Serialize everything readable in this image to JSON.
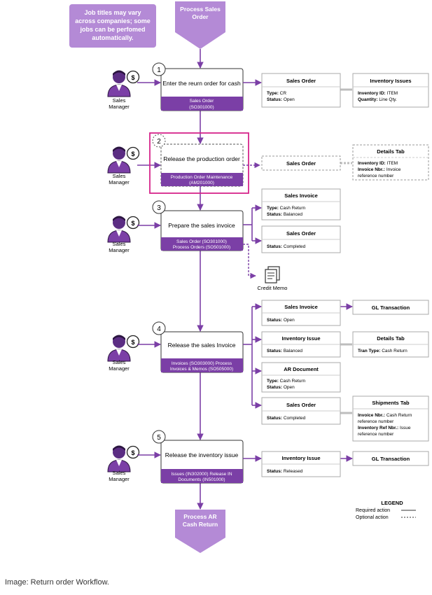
{
  "note": {
    "lines": [
      "Job titles may vary",
      "across companies; some",
      "jobs can be perfomed",
      "automatically."
    ]
  },
  "start": {
    "lines": [
      "Process  Sales",
      "Order"
    ]
  },
  "end": {
    "lines": [
      "Process AR",
      "Cash Return"
    ]
  },
  "actor": {
    "lines": [
      "Sales",
      "Manager"
    ],
    "dollar": "$"
  },
  "steps": [
    {
      "number": "1",
      "text": "Enter the reurn order for cash",
      "screens": [
        "Sales Order",
        "(SO301000)"
      ]
    },
    {
      "number": "2",
      "text": "Release the production order",
      "screens": [
        "Production Order Maintenance",
        "(AM201000)"
      ]
    },
    {
      "number": "3",
      "text": "Prepare the sales invoice",
      "screens": [
        "Sales Order (SO301000)",
        "Process Orders (SO501000)"
      ]
    },
    {
      "number": "4",
      "text": "Release the sales Invoice",
      "screens": [
        "Invoices (SO303000) Process",
        "Invoices & Memos (SO505000)"
      ]
    },
    {
      "number": "5",
      "text": "Release the inventory issue",
      "screens": [
        "Issues (IN302000) Release IN",
        "Documents (IN501000)"
      ]
    }
  ],
  "cards": {
    "s1_sales_order": {
      "title": "Sales Order",
      "rows": [
        [
          "Type:",
          " CR"
        ],
        [
          "Status:",
          " Open"
        ]
      ]
    },
    "s1_inventory_issues": {
      "title": "Inventory Issues",
      "rows": [
        [
          "Inventory ID:",
          " ITEM"
        ],
        [
          "Quantity:",
          " Line Qty."
        ]
      ]
    },
    "s2_sales_order": {
      "title": "Sales Order"
    },
    "s2_details_tab": {
      "title": "Details Tab",
      "rows": [
        [
          "Inventory ID:",
          " ITEM"
        ],
        [
          "Invoice Nbr.:",
          " Invoice"
        ],
        [
          "",
          "reference number"
        ]
      ]
    },
    "s3_sales_invoice": {
      "title": "Sales Invoice",
      "rows": [
        [
          "Type:",
          " Cash Return"
        ],
        [
          "Status:",
          " Balanced"
        ]
      ]
    },
    "s3_sales_order": {
      "title": "Sales Order",
      "rows": [
        [
          "Status:",
          " Completed"
        ]
      ]
    },
    "s4_sales_invoice": {
      "title": "Sales Invoice",
      "rows": [
        [
          "Status:",
          " Open"
        ]
      ]
    },
    "s4_gl_transaction": {
      "title": "GL Transaction"
    },
    "s4_inventory_issue": {
      "title": "Inventory Issue",
      "rows": [
        [
          "Status:",
          " Balanced"
        ]
      ]
    },
    "s4_details_tab": {
      "title": "Details Tab",
      "rows": [
        [
          "Tran Type:",
          " Cash Return"
        ]
      ]
    },
    "s4_ar_document": {
      "title": "AR Document",
      "rows": [
        [
          "Type:",
          " Cash Return"
        ],
        [
          "Status:",
          " Open"
        ]
      ]
    },
    "s4_sales_order": {
      "title": "Sales Order",
      "rows": [
        [
          "Status:",
          " Completed"
        ]
      ]
    },
    "s4_shipments_tab": {
      "title": "Shipments Tab",
      "rows": [
        [
          "Invoice Nbr.:",
          " Cash Return"
        ],
        [
          "",
          "reference number"
        ],
        [
          "Inventory Ref Nbr.:",
          " Issue"
        ],
        [
          "",
          "reference number"
        ]
      ]
    },
    "s5_inventory_issue": {
      "title": "Inventory Issue",
      "rows": [
        [
          "Status:",
          " Released"
        ]
      ]
    },
    "s5_gl_transaction": {
      "title": "GL Transaction"
    }
  },
  "credit_memo": {
    "label": "Credit Memo"
  },
  "legend": {
    "title": "LEGEND",
    "required": "Required action",
    "optional": "Optional action"
  },
  "caption": "Image: Return order Workflow.",
  "colors": {
    "purple": "#7b3fa6",
    "light_purple": "#b48ad6",
    "dark_purple": "#5b2d83",
    "magenta": "#d6248a",
    "connector_gray": "#bdbdbd"
  }
}
